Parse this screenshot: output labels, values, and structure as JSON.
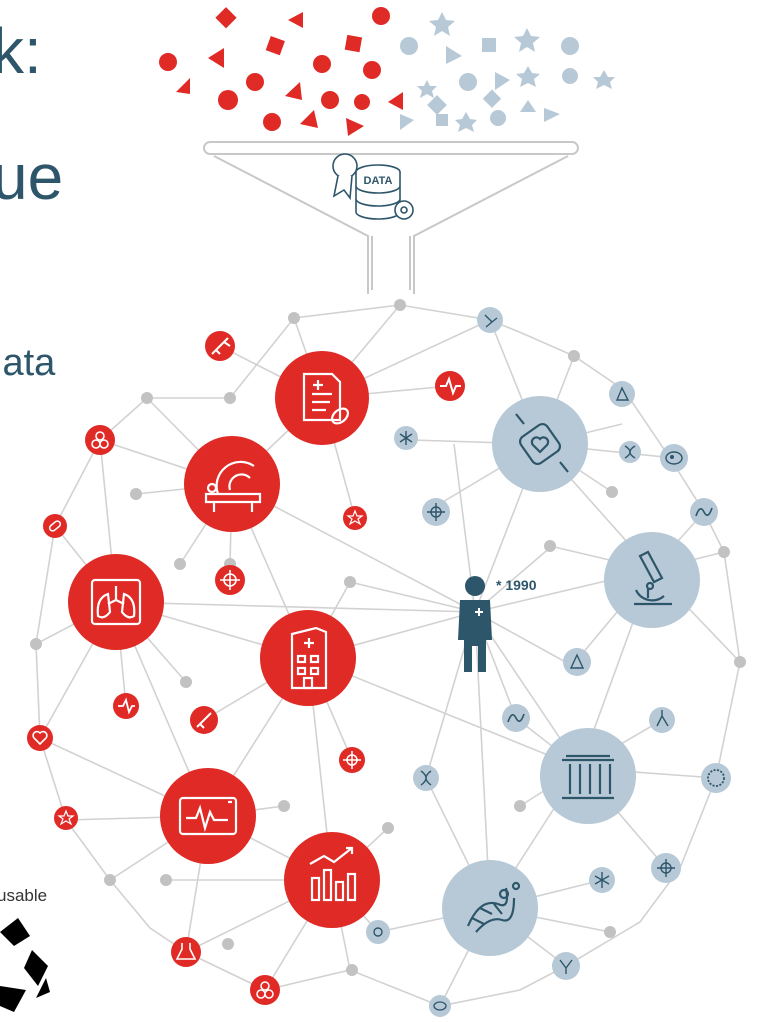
{
  "heading": {
    "line1_fragment": "k:",
    "line2_fragment": "ue",
    "line3_fragment": "lata"
  },
  "caption_fragment": "usable",
  "funnel": {
    "badge_text": "DATA"
  },
  "patient": {
    "marker_text": "* 1990"
  },
  "colors": {
    "clinical_red": "#e02a26",
    "research_blue": "#b7c9d6",
    "dark_blue": "#2e566b",
    "grey_node": "#c2c2c2",
    "line_grey": "#cfcfcf"
  },
  "hubs": [
    {
      "name": "medical-record-hub",
      "icon": "document-with-pills-icon",
      "type": "clinical"
    },
    {
      "name": "mri-scanner-hub",
      "icon": "mri-scanner-icon",
      "type": "clinical"
    },
    {
      "name": "lung-xray-hub",
      "icon": "lungs-xray-icon",
      "type": "clinical"
    },
    {
      "name": "hospital-hub",
      "icon": "hospital-building-icon",
      "type": "clinical"
    },
    {
      "name": "ecg-monitor-hub",
      "icon": "heart-monitor-icon",
      "type": "clinical"
    },
    {
      "name": "statistics-hub",
      "icon": "bar-chart-trend-icon",
      "type": "clinical"
    },
    {
      "name": "wearable-hub",
      "icon": "smartwatch-heart-icon",
      "type": "research"
    },
    {
      "name": "microscope-hub",
      "icon": "microscope-icon",
      "type": "research"
    },
    {
      "name": "institution-hub",
      "icon": "museum-building-icon",
      "type": "research"
    },
    {
      "name": "dna-hub",
      "icon": "dna-molecule-icon",
      "type": "research"
    }
  ]
}
